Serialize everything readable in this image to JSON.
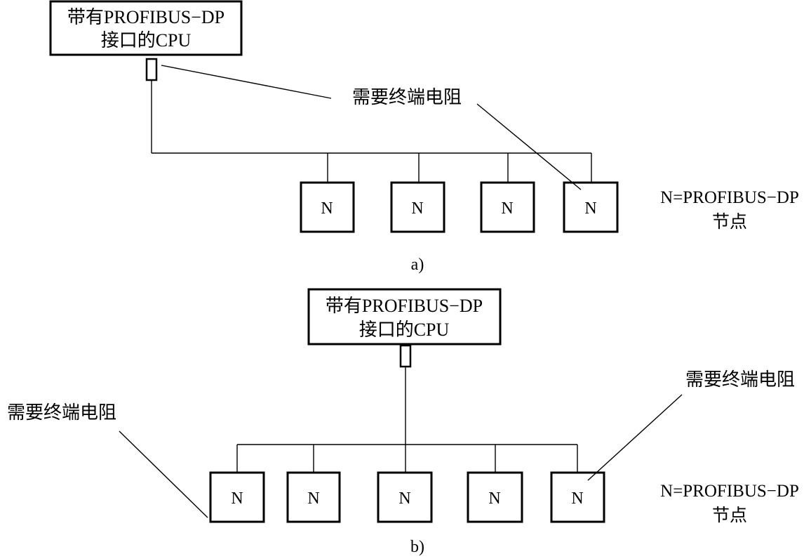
{
  "cpu_label": {
    "line1": "带有PROFIBUS−DP",
    "line2": "接口的CPU"
  },
  "node_label": "N",
  "terminator_label": "需要终端电阻",
  "legend": {
    "line1": "N=PROFIBUS−DP",
    "line2": "节点"
  },
  "captions": {
    "a": "a)",
    "b": "b)"
  }
}
